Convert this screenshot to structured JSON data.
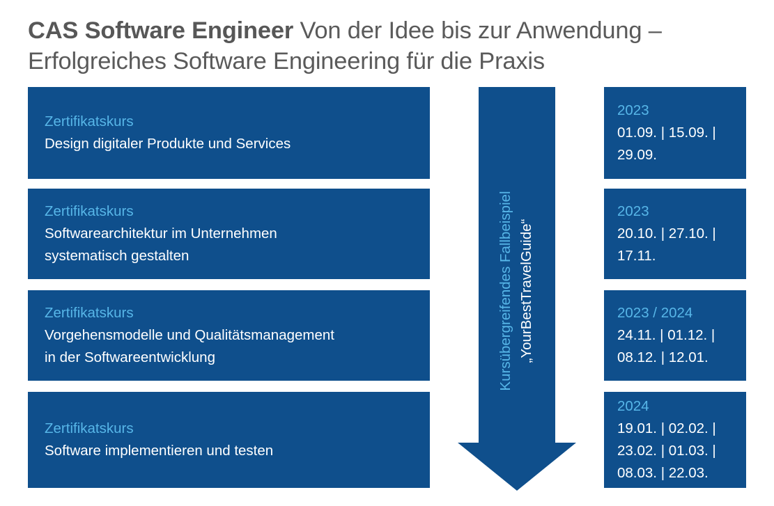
{
  "title": {
    "bold": "CAS Software Engineer",
    "line1_rest": " Von der Idee bis zur Anwendung –",
    "line2": "Erfolgreiches Software Engineering für die Praxis"
  },
  "courses": [
    {
      "kind": "Zertifikatskurs",
      "lines": [
        "Design digitaler Produkte und Services"
      ]
    },
    {
      "kind": "Zertifikatskurs",
      "lines": [
        "Softwarearchitektur im Unternehmen",
        "systematisch gestalten"
      ]
    },
    {
      "kind": "Zertifikatskurs",
      "lines": [
        "Vorgehensmodelle und Qualitätsmanagement",
        "in der Softwareentwicklung"
      ]
    },
    {
      "kind": "Zertifikatskurs",
      "lines": [
        "Software implementieren und testen"
      ]
    }
  ],
  "arrow": {
    "line1": "Kursübergreifendes Fallbeispiel",
    "line2": "„YourBestTravelGuide“"
  },
  "schedule": [
    {
      "year": "2023",
      "lines": [
        "01.09. | 15.09. |",
        "29.09."
      ]
    },
    {
      "year": "2023",
      "lines": [
        "20.10. | 27.10. |",
        "17.11."
      ]
    },
    {
      "year": "2023 / 2024",
      "lines": [
        "24.11. | 01.12. |",
        "08.12. | 12.01."
      ]
    },
    {
      "year": "2024",
      "lines": [
        "19.01. | 02.02. |",
        "23.02. | 01.03. |",
        "08.03. | 22.03."
      ]
    }
  ],
  "colors": {
    "box_fill": "#0f4f8c",
    "accent_text": "#57b6e8",
    "title_text": "#5a5a5a"
  }
}
